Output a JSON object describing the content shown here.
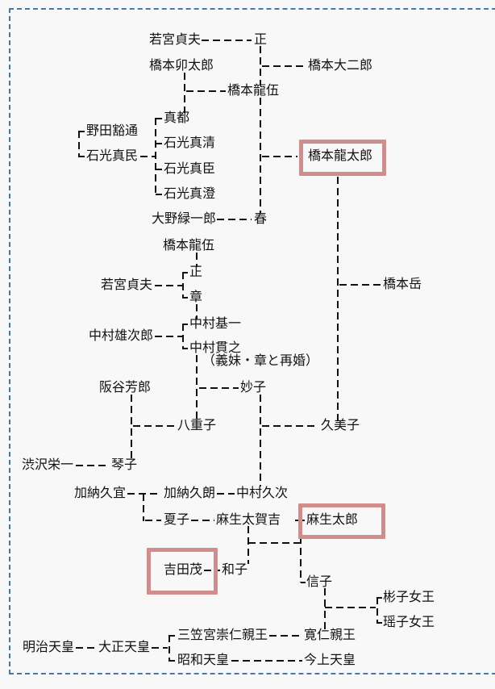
{
  "diagram": {
    "type": "family-tree",
    "language": "ja",
    "line_color": "#111111",
    "line_style": "dashed",
    "background_color": "#f8f8f8",
    "page_border_color": "#4579ad",
    "highlight_box_color": "#d28c8c",
    "highlighted_names": [
      "橋本龍太郎",
      "麻生太郎",
      "吉田茂"
    ]
  },
  "nodes": {
    "wakamiya_sadao_1": "若宮貞夫",
    "tadashi_1": "正",
    "hashimoto_utaro": "橋本卯太郎",
    "hashimoto_daijiro": "橋本大二郎",
    "hashimoto_ryugo_1": "橋本龍伍",
    "mato": "真都",
    "noda_hiromichi": "野田豁通",
    "ishimitsu_masakiyo": "石光真清",
    "ishimitsu_matami": "石光真民",
    "hashimoto_ryutaro": "橋本龍太郎",
    "ishimitsu_maomi": "石光真臣",
    "ishimitsu_masumi": "石光真澄",
    "ono_rokuichiro": "大野緑一郎",
    "haru": "春",
    "hashimoto_ryugo_2": "橋本龍伍",
    "tadashi_2": "正",
    "wakamiya_sadao_2": "若宮貞夫",
    "akira": "章",
    "hashimoto_gaku": "橋本岳",
    "nakamura_motoichi": "中村基一",
    "nakamura_yujiro": "中村雄次郎",
    "nakamura_tsurayuki": "中村貫之",
    "remarriage_note": "（義妹・章と再婚）",
    "sakatani_yoshiro": "阪谷芳郎",
    "taeko": "妙子",
    "yaeko": "八重子",
    "kumiko": "久美子",
    "shibusawa_eiichi": "渋沢栄一",
    "kotoko": "琴子",
    "kano_hisayoshi": "加納久宜",
    "kano_hisaakira": "加納久朗",
    "nakamura_hisaji": "中村久次",
    "natsuko": "夏子",
    "aso_takakichi": "麻生太賀吉",
    "aso_taro": "麻生太郎",
    "yoshida_shigeru": "吉田茂",
    "kazuko": "和子",
    "nobuko": "信子",
    "akiko_joo": "彬子女王",
    "yoko_joo": "瑶子女王",
    "mikasanomiya_takahito": "三笠宮崇仁親王",
    "tomohito_shinno": "寛仁親王",
    "meiji_tenno": "明治天皇",
    "taisho_tenno": "大正天皇",
    "showa_tenno": "昭和天皇",
    "kinjo_tenno": "今上天皇"
  }
}
